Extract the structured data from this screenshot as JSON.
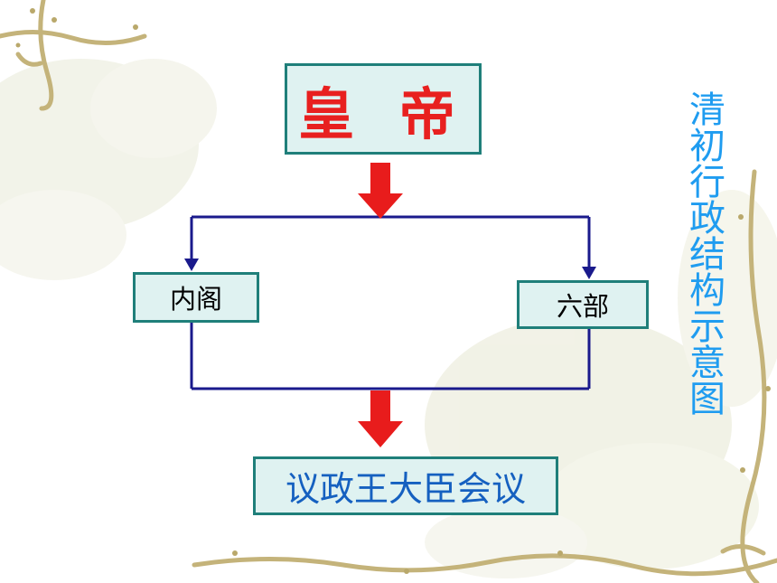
{
  "diagram": {
    "nodes": {
      "emperor": "皇 帝",
      "grand_secretariat": "内阁",
      "six_ministries": "六部",
      "council": "议政王大臣会议"
    },
    "edges": [
      {
        "from": "emperor",
        "to": "grand_secretariat"
      },
      {
        "from": "emperor",
        "to": "six_ministries"
      },
      {
        "from": "grand_secretariat",
        "to": "council"
      },
      {
        "from": "six_ministries",
        "to": "council"
      }
    ],
    "side_title": "清初行政结构示意图"
  },
  "colors": {
    "emperor_text": "#e8201f",
    "council_text": "#1560c0",
    "side_title": "#1f9cf0",
    "box_fill": "#dff2f1",
    "box_border": "#1f7f7a",
    "connector": "#1a1a8c",
    "arrow_fill": "#e81c1c"
  }
}
